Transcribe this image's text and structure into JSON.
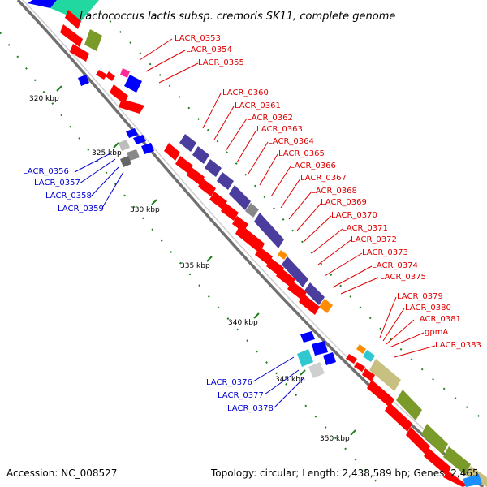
{
  "title": "Lactococcus lactis subsp. cremoris SK11, complete genome",
  "footer": {
    "accession": "Accession: NC_008527",
    "topology": "Topology: circular; Length: 2,438,589 bp; Genes: 2,465"
  },
  "kbp_labels": [
    "320 kbp",
    "325 kbp",
    "330 kbp",
    "335 kbp",
    "340 kbp",
    "345 kbp",
    "350 kbp"
  ],
  "gene_labels_forward": [
    "LACR_0353",
    "LACR_0354",
    "LACR_0355",
    "LACR_0360",
    "LACR_0361",
    "LACR_0362",
    "LACR_0363",
    "LACR_0364",
    "LACR_0365",
    "LACR_0366",
    "LACR_0367",
    "LACR_0368",
    "LACR_0369",
    "LACR_0370",
    "LACR_0371",
    "LACR_0372",
    "LACR_0373",
    "LACR_0374",
    "LACR_0375",
    "LACR_0379",
    "LACR_0380",
    "LACR_0381",
    "gpmA",
    "LACR_0383"
  ],
  "gene_labels_reverse": [
    "LACR_0356",
    "LACR_0357",
    "LACR_0358",
    "LACR_0359",
    "LACR_0376",
    "LACR_0377",
    "LACR_0378"
  ],
  "colors": {
    "forward_cds": "#ff0000",
    "reverse_cds": "#0000ff",
    "forward_label": "#e00000",
    "reverse_label": "#0000cc",
    "cog_purple": "#4a3d9e",
    "cog_olive": "#7a9a2a",
    "cog_khaki": "#c8c080",
    "cog_cyan": "#30c8d0",
    "cog_orange": "#ff8c00",
    "cog_magenta": "#ff2a9a",
    "cog_gray": "#888888",
    "cog_teal": "#20d8a0",
    "backbone": "#a0a0a0",
    "tick_dots": "#208020"
  }
}
